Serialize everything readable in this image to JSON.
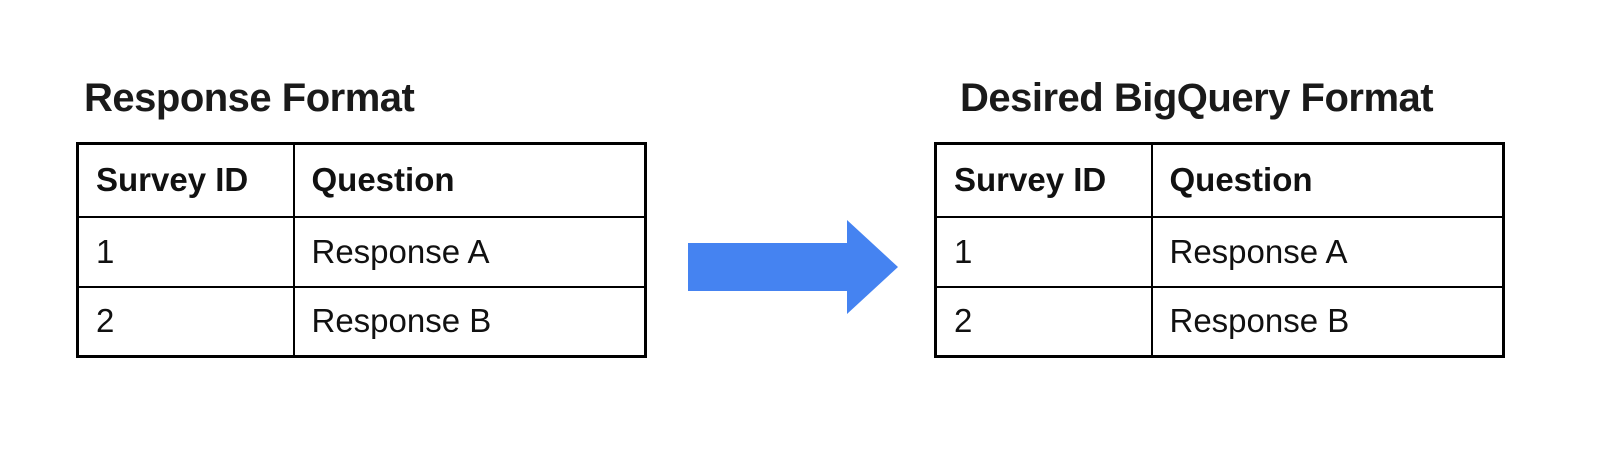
{
  "page": {
    "background": "#ffffff",
    "text_color": "#1a1a1a",
    "border_color": "#000000"
  },
  "left_panel": {
    "title": "Response Format",
    "table": {
      "headers": [
        "Survey ID",
        "Question"
      ],
      "rows": [
        [
          "1",
          "Response A"
        ],
        [
          "2",
          "Response B"
        ]
      ]
    }
  },
  "transform_arrow": {
    "direction": "right",
    "color": "#4583F1"
  },
  "right_panel": {
    "title": "Desired BigQuery Format",
    "table": {
      "headers": [
        "Survey ID",
        "Question"
      ],
      "rows": [
        [
          "1",
          "Response A"
        ],
        [
          "2",
          "Response B"
        ]
      ]
    }
  }
}
